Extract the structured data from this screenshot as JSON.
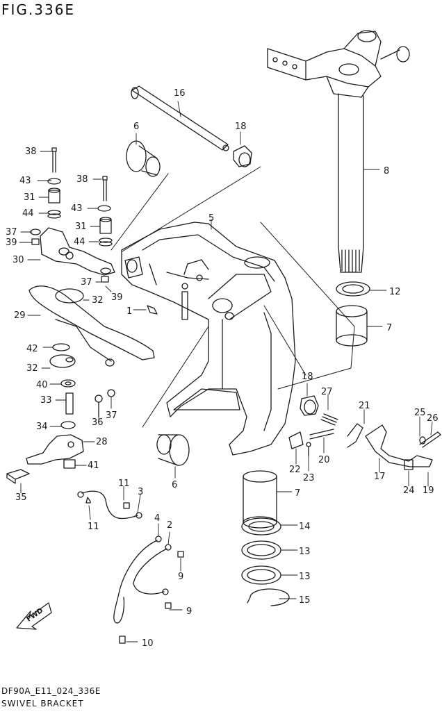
{
  "figure": {
    "title": "FIG.336E",
    "code": "DF90A_E11_024_336E",
    "caption": "SWIVEL BRACKET"
  },
  "fwd_label": "FWD",
  "callouts": [
    "1",
    "2",
    "3",
    "4",
    "5",
    "6",
    "6",
    "7",
    "7",
    "8",
    "9",
    "9",
    "10",
    "11",
    "11",
    "12",
    "13",
    "13",
    "14",
    "15",
    "16",
    "17",
    "18",
    "18",
    "19",
    "20",
    "21",
    "22",
    "23",
    "24",
    "25",
    "26",
    "27",
    "28",
    "29",
    "30",
    "31",
    "31",
    "32",
    "32",
    "33",
    "34",
    "35",
    "36",
    "37",
    "37",
    "38",
    "38",
    "39",
    "39",
    "40",
    "41",
    "42",
    "43",
    "43",
    "44",
    "44"
  ],
  "colors": {
    "line": "#1a1a1a",
    "background": "#ffffff"
  }
}
